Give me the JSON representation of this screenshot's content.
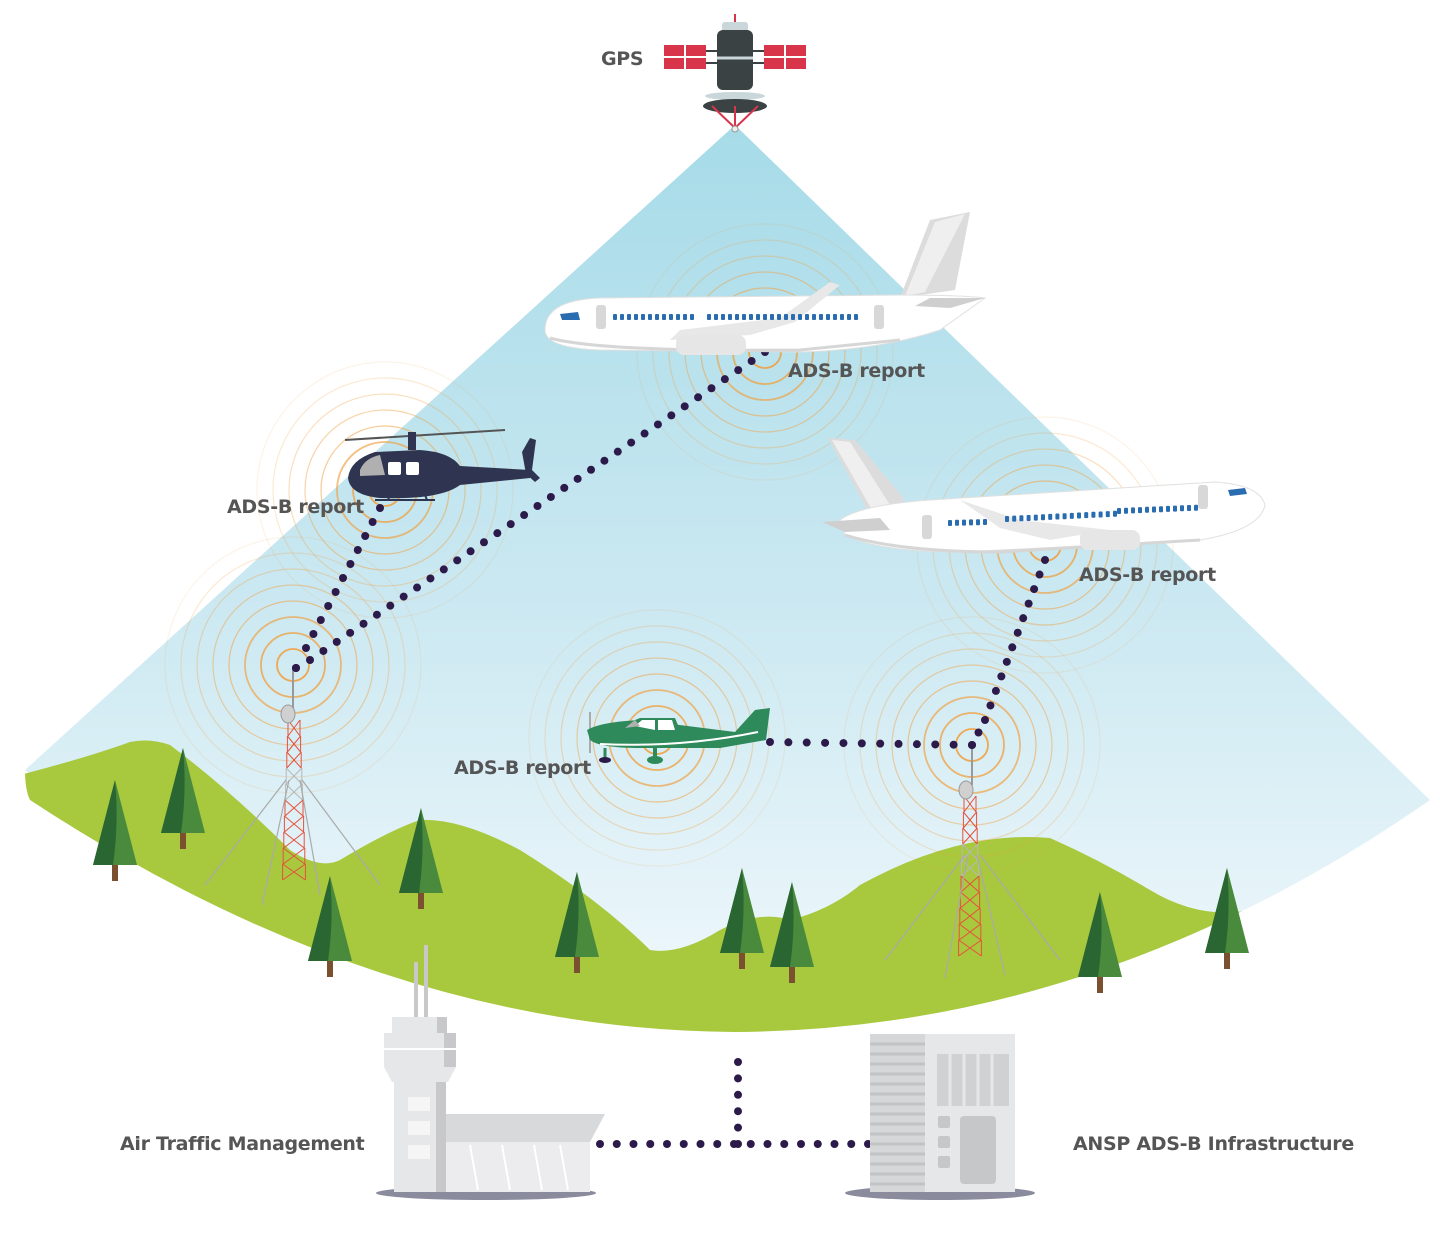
{
  "title": "ADS-B surveillance system overview",
  "colors": {
    "sky_top": "#a8dce8",
    "sky_bottom": "#eef7fb",
    "ground": "#a8c83e",
    "tree_dark": "#2a6632",
    "tree_light": "#4a8a3c",
    "trunk": "#7a5030",
    "link_dot": "#2b1a4a",
    "signal_ring": "#f0a040",
    "satellite_panel": "#d8344a",
    "satellite_body": "#3a4244",
    "helicopter": "#2f3550",
    "light_aircraft": "#2e8a5a",
    "building": "#e4e5e7",
    "label_text": "#555555"
  },
  "labels": {
    "gps": "GPS",
    "airliner_top": "ADS-B report",
    "helicopter": "ADS-B report",
    "airliner_right": "ADS-B report",
    "light_aircraft": "ADS-B report",
    "atm": "Air Traffic Management",
    "ansp": "ANSP ADS-B Infrastructure"
  },
  "nodes": [
    {
      "id": "gps-satellite",
      "type": "satellite",
      "label": "GPS"
    },
    {
      "id": "airliner-top",
      "type": "airliner",
      "label": "ADS-B report"
    },
    {
      "id": "helicopter",
      "type": "helicopter",
      "label": "ADS-B report"
    },
    {
      "id": "airliner-right",
      "type": "airliner",
      "label": "ADS-B report"
    },
    {
      "id": "light-aircraft",
      "type": "light-aircraft",
      "label": "ADS-B report"
    },
    {
      "id": "ground-station-left",
      "type": "radio-tower"
    },
    {
      "id": "ground-station-right",
      "type": "radio-tower"
    },
    {
      "id": "air-traffic-management",
      "type": "control-tower",
      "label": "Air Traffic Management"
    },
    {
      "id": "ansp-infrastructure",
      "type": "server-building",
      "label": "ANSP ADS-B Infrastructure"
    }
  ],
  "links": [
    {
      "from": "airliner-top",
      "to": "ground-station-left"
    },
    {
      "from": "helicopter",
      "to": "ground-station-left"
    },
    {
      "from": "airliner-right",
      "to": "ground-station-right"
    },
    {
      "from": "light-aircraft",
      "to": "ground-station-right"
    },
    {
      "from": "air-traffic-management",
      "to": "ansp-infrastructure"
    },
    {
      "from": "ansp-infrastructure",
      "to": "ground-stations"
    }
  ]
}
